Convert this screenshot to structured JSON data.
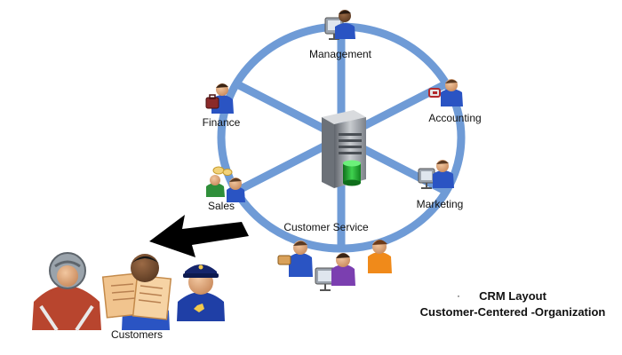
{
  "diagram": {
    "hub": {
      "name": "server"
    },
    "departments": [
      {
        "id": "management",
        "label": "Management",
        "icon": "person-at-computer-icon"
      },
      {
        "id": "accounting",
        "label": "Accounting",
        "icon": "person-with-calculator-icon"
      },
      {
        "id": "marketing",
        "label": "Marketing",
        "icon": "person-at-computer-icon"
      },
      {
        "id": "customer-service",
        "label": "Customer Service",
        "icon": "call-center-agents-icon"
      },
      {
        "id": "sales",
        "label": "Sales",
        "icon": "sales-people-icon"
      },
      {
        "id": "finance",
        "label": "Finance",
        "icon": "person-with-briefcase-icon"
      }
    ],
    "customers": {
      "label": "Customers",
      "icons": [
        "biker-icon",
        "newspaper-reader-icon",
        "police-officer-icon"
      ]
    },
    "caption": {
      "bullet": "·",
      "line1": "CRM Layout",
      "line2": "Customer-Centered -Organization"
    }
  },
  "colors": {
    "wheel": "#6f9bd6",
    "arrow": "#000000",
    "server": "#8a8f96",
    "database": "#1fa02f"
  }
}
